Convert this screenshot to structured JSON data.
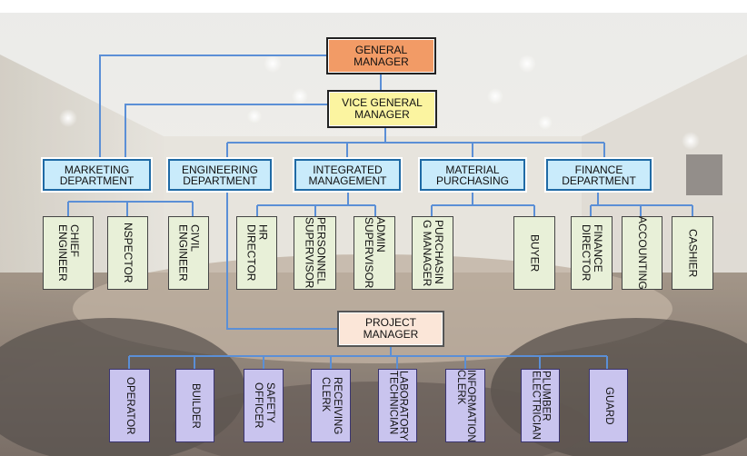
{
  "colors": {
    "line": "#5b8fd6",
    "general_manager_fill": "#f29b66",
    "vice_general_manager_fill": "#fbf4a0",
    "department_fill": "#c9ebfb",
    "staff_fill": "#e8f0d8",
    "project_manager_fill": "#fbe6d8",
    "project_staff_fill": "#c9c4ee"
  },
  "chart": {
    "general_manager": "GENERAL\nMANAGER",
    "vice_general_manager": "VICE GENERAL\nMANAGER",
    "departments": {
      "marketing": "MARKETING\nDEPARTMENT",
      "engineering": "ENGINEERING\nDEPARTMENT",
      "integrated": "INTEGRATED\nMANAGEMENT",
      "material": "MATERIAL\nPURCHASING",
      "finance": "FINANCE\nDEPARTMENT"
    },
    "staff": {
      "chief_engineer": "CHIEF\nENGINEER",
      "inspector": "NSPECTOR",
      "civil_engineer": "CIVIL\nENGINEER",
      "hr_director": "HR\nDIRECTOR",
      "personnel_supervisor": "PERSONNEL\nSUPERVISOR",
      "admin_supervisor": "ADMIN\nSUPERVISOR",
      "purchasing_manager": "PURCHASIN\nG MANAGER",
      "buyer": "BUYER",
      "finance_director": "FINANCE\nDIRECTOR",
      "accounting": "ACCOUNTING",
      "cashier": "CASHIER"
    },
    "project_manager": "PROJECT\nMANAGER",
    "project_staff": {
      "operator": "OPERATOR",
      "builder": "BUILDER",
      "safety_officer": "SAFETY\nOFFICER",
      "receiving_clerk": "RECEIVING\nCLERK",
      "laboratory_technician": "LABORATORY\nTECHNICIAN",
      "information_clerk": "INFORMATION\nCLERK",
      "plumber_electrician": "PLUMBER\nELECTRICIAN",
      "guard": "GUARD"
    }
  }
}
